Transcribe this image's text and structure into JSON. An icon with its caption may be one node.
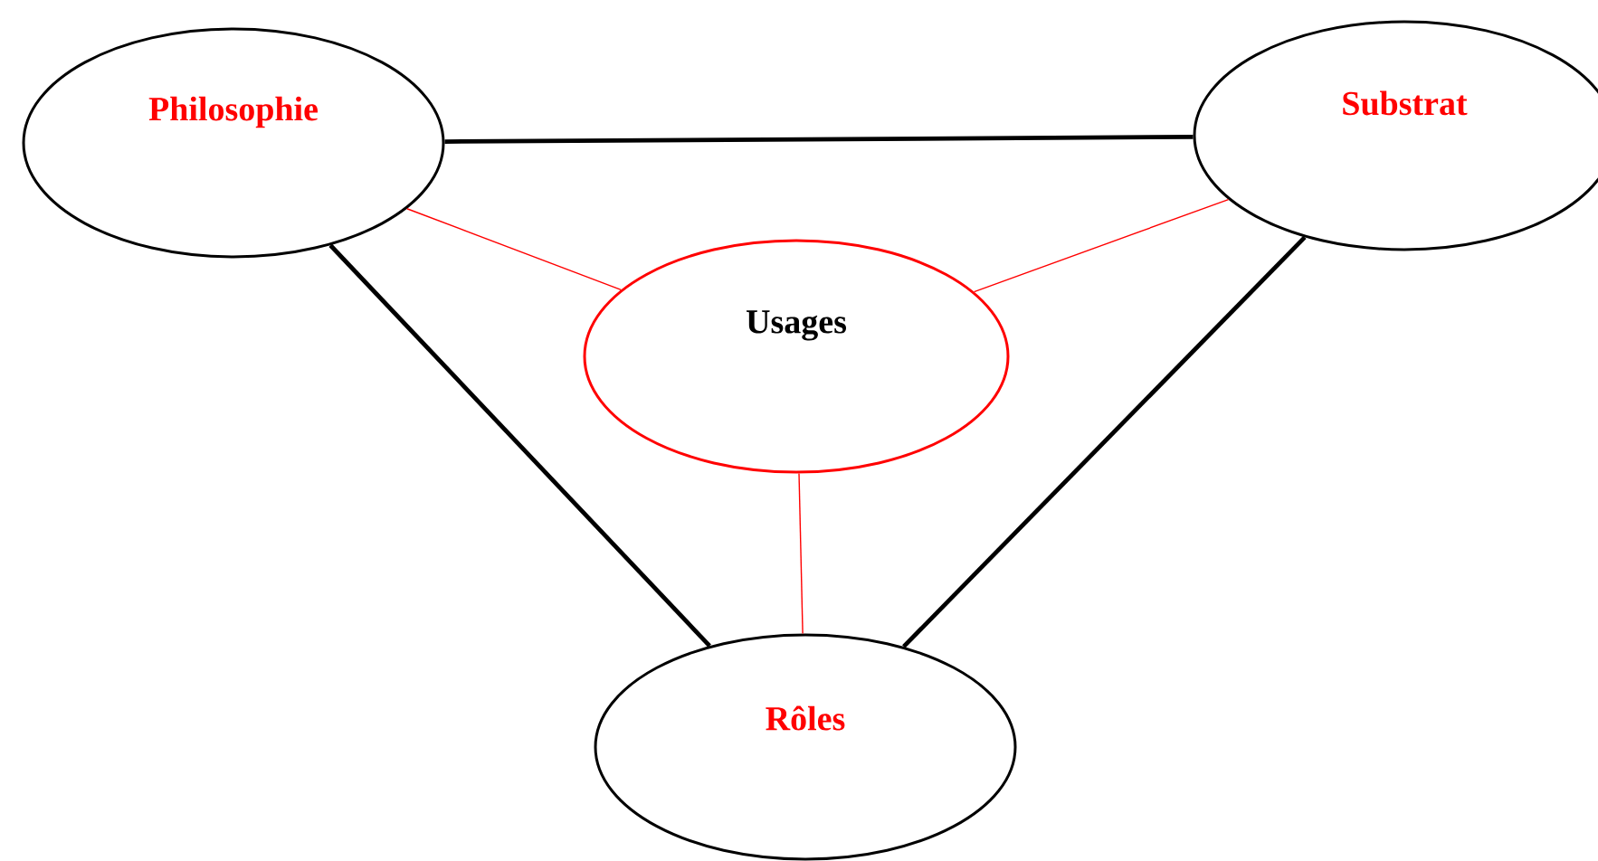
{
  "diagram": {
    "nodes": [
      {
        "text": [
          "Philosophie"
        ]
      },
      {
        "text": [
          "Substrat"
        ]
      },
      {
        "text": [
          "Usages"
        ]
      },
      {
        "text": [
          "Rôles"
        ]
      }
    ],
    "edges": [
      {
        "from": 0,
        "to": 1,
        "arrow": "none",
        "style": "thick"
      },
      {
        "from": 0,
        "to": 2,
        "arrow": "none",
        "color": "#ff0000"
      },
      {
        "from": 1,
        "to": 2,
        "arrow": "none",
        "color": "#ff0000"
      },
      {
        "from": 0,
        "to": 3,
        "arrow": "none",
        "style": "thick"
      },
      {
        "from": 1,
        "to": 3,
        "arrow": "none",
        "style": "thick"
      },
      {
        "from": 2,
        "to": 3,
        "arrow": "none",
        "color": "#ff0000"
      }
    ]
  }
}
